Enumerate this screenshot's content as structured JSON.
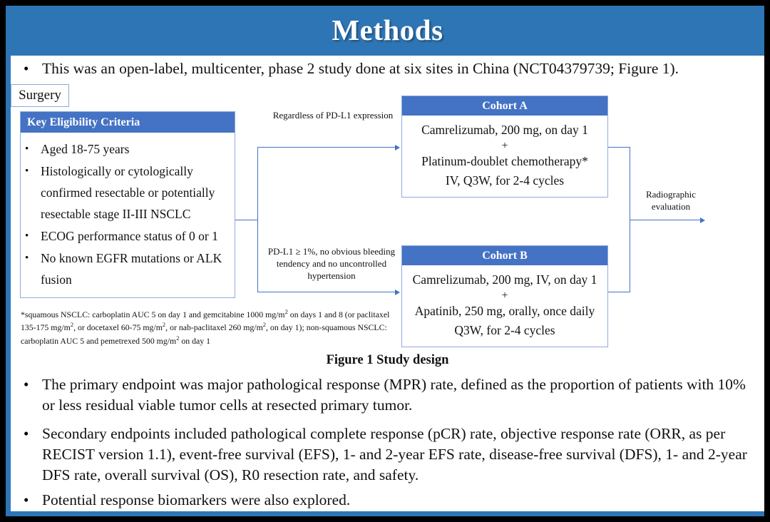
{
  "slide": {
    "title": "Methods",
    "accent_title_bar": "#2E75B6",
    "accent_box_header": "#4472C4",
    "accent_border": "#8FAADC"
  },
  "intro_bullet": {
    "marker": "•",
    "text": "This was an open-label, multicenter, phase 2 study done at six sites in China (NCT04379739; Figure 1)."
  },
  "figure": {
    "caption": "Figure 1 Study design",
    "eligibility": {
      "header": "Key  Eligibility Criteria",
      "marker": "•",
      "criteria": [
        "Aged 18-75 years",
        "Histologically or cytologically confirmed resectable or potentially resectable stage II-III  NSCLC",
        "ECOG performance status of 0 or 1",
        "No known EGFR mutations or ALK fusion"
      ]
    },
    "arrow_labels": {
      "cohort_a": "Regardless  of PD-L1 expression",
      "cohort_b": "PD-L1 ≥ 1%, no obvious bleeding tendency  and no uncontrolled  hypertension",
      "radiographic": "Radiographic evaluation"
    },
    "cohort_a": {
      "header": "Cohort A",
      "lines": [
        "Camrelizumab, 200 mg, on day 1"
      ],
      "plus": "+",
      "lines2": [
        "Platinum-doublet chemotherapy*",
        "IV, Q3W, for 2-4 cycles"
      ]
    },
    "cohort_b": {
      "header": "Cohort B",
      "lines": [
        "Camrelizumab, 200 mg, IV, on day 1"
      ],
      "plus": "+",
      "lines2": [
        "Apatinib, 250 mg, orally, once daily",
        "Q3W, for 2-4 cycles"
      ]
    },
    "surgery": {
      "label": "Surgery"
    },
    "footnote": "*squamous NSCLC: carboplatin AUC 5 on day 1 and gemcitabine 1000 mg/m2 on days 1 and 8 (or paclitaxel 135-175 mg/m2, or docetaxel 60-75 mg/m2, or nab-paclitaxel 260 mg/m2, on day 1); non-squamous NSCLC: carboplatin AUC 5 and pemetrexed 500 mg/m2 on day 1"
  },
  "body_bullets": [
    {
      "marker": "•",
      "text": "The primary endpoint was major pathological response (MPR) rate, defined as the proportion of patients with 10% or less residual viable tumor cells at resected primary tumor."
    },
    {
      "marker": "•",
      "text": "Secondary endpoints included pathological complete response (pCR) rate, objective response rate (ORR, as per RECIST version 1.1), event-free survival (EFS), 1- and 2-year EFS rate, disease-free survival (DFS), 1- and 2-year DFS rate, overall survival (OS), R0 resection rate, and safety."
    },
    {
      "marker": "•",
      "text": "Potential response biomarkers were also explored."
    }
  ]
}
